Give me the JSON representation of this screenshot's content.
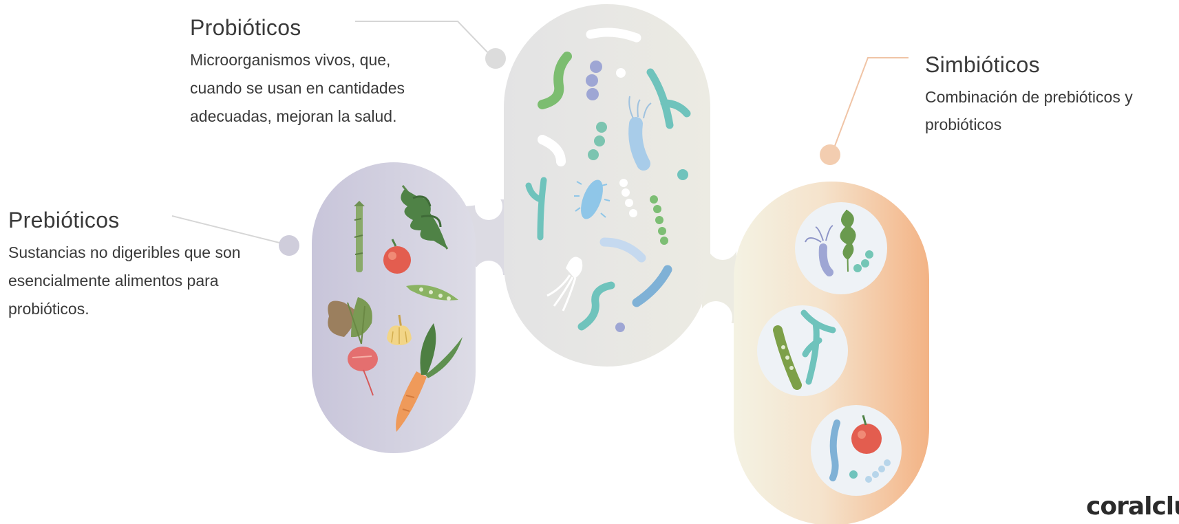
{
  "probioticos": {
    "title": "Probióticos",
    "description": "Microorganismos vivos, que, cuando se usan en cantidades adecuadas, mejoran la salud."
  },
  "prebioticos": {
    "title": "Prebióticos",
    "description": "Sustancias no digeribles que son esencialmente alimentos para probióticos."
  },
  "simbioticos": {
    "title": "Simbióticos",
    "description": "Combinación de prebióticos y probióticos"
  },
  "brand": "coralclub",
  "colors": {
    "prebioticos_blob": "#cbc8dc",
    "probioticos_blob": "#e6e5e2",
    "simbioticos_blob_start": "#f3f0e1",
    "simbioticos_blob_end": "#f3b68c",
    "connector_line": "#d8d8d8",
    "simbioticos_connector": "#f0c4a6"
  }
}
